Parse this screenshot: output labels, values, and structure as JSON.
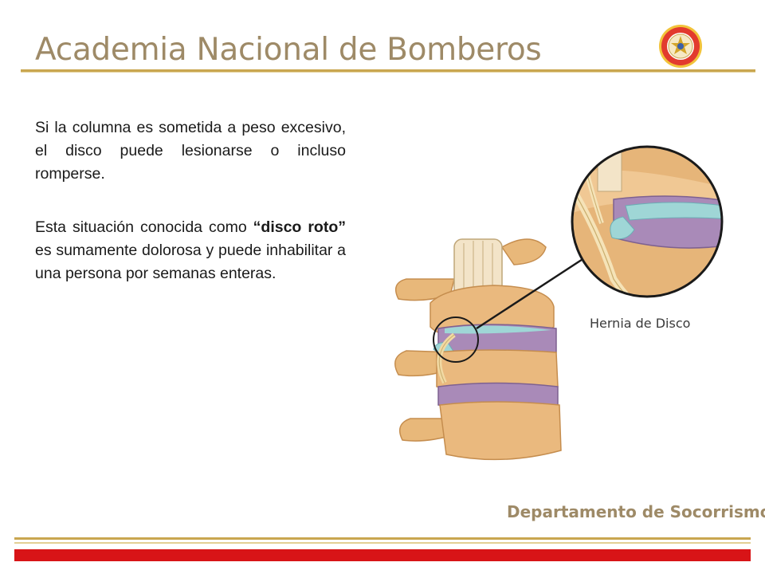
{
  "header": {
    "title": "Academia Nacional de Bomberos"
  },
  "content": {
    "paragraph1": "Si la columna es sometida a peso excesivo, el disco puede lesionarse o incluso romperse.",
    "paragraph2_before": "Esta situación conocida como ",
    "paragraph2_bold": "“disco roto”",
    "paragraph2_after": " es sumamente dolorosa y puede inhabilitar a una persona por semanas enteras."
  },
  "figure": {
    "label": "Hernia de Disco"
  },
  "footer": {
    "department": "Departamento de Socorrismo"
  },
  "colors": {
    "gold": "#c9a650",
    "title_text": "#9e8a67",
    "red_band": "#d81417"
  }
}
